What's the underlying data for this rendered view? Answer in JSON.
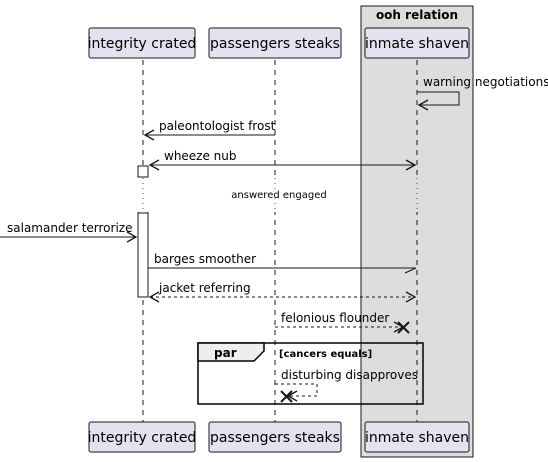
{
  "box": {
    "title": "ooh relation"
  },
  "participants": [
    {
      "id": "integrity",
      "name": "integrity crated"
    },
    {
      "id": "passengers",
      "name": "passengers steaks"
    },
    {
      "id": "inmate",
      "name": "inmate shaven"
    }
  ],
  "messages": [
    {
      "label": "warning negotiations",
      "from": "inmate",
      "to": "inmate",
      "style": "solid",
      "head": "open"
    },
    {
      "label": "paleontologist frost",
      "from": "passengers",
      "to": "integrity",
      "style": "solid",
      "head": "open"
    },
    {
      "label": "wheeze nub",
      "from": "integrity",
      "to": "inmate",
      "style": "solid",
      "head": "both"
    },
    {
      "label": "salamander terrorize",
      "from": "external",
      "to": "integrity",
      "style": "solid",
      "head": "open"
    },
    {
      "label": "barges smoother",
      "from": "integrity",
      "to": "inmate",
      "style": "solid",
      "head": "half"
    },
    {
      "label": "jacket referring",
      "from": "integrity",
      "to": "inmate",
      "style": "dashed",
      "head": "both"
    },
    {
      "label": "felonious flounder",
      "from": "passengers",
      "to": "inmate",
      "style": "dashed",
      "head": "destroy"
    },
    {
      "label": "disturbing disapproves",
      "from": "passengers",
      "to": "passengers",
      "style": "dashed",
      "head": "destroy"
    }
  ],
  "delay_note": "answered engaged",
  "fragment": {
    "operator": "par",
    "guard": "[cancers equals]"
  },
  "colors": {
    "participant_fill": "#e2e2f0",
    "participant_stroke": "#181818",
    "box_fill": "#dddddd",
    "line": "#181818",
    "fragment_header": "#eeeeee"
  }
}
